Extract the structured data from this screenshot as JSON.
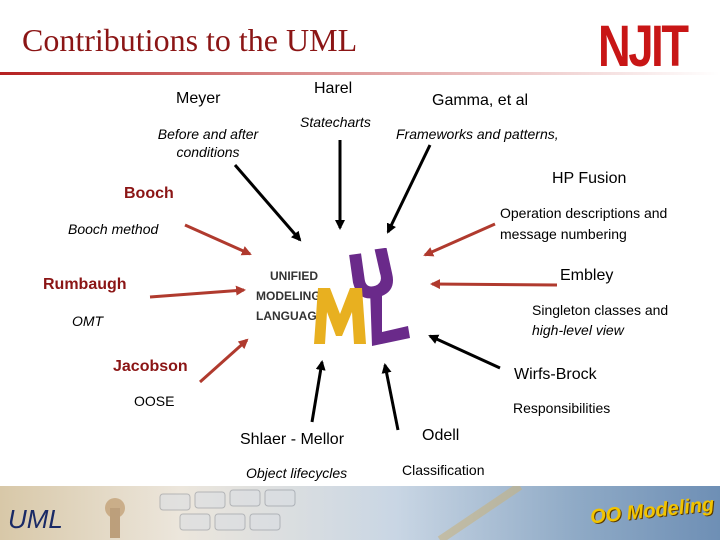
{
  "header": {
    "title": "Contributions to the UML",
    "logo_text": "NJIT"
  },
  "center_logo": {
    "line1": "UNIFIED",
    "line2": "MODELING",
    "line3": "LANGUAGE",
    "letters": "UML"
  },
  "contributors": {
    "meyer": {
      "name": "Meyer",
      "desc": "Before and after conditions"
    },
    "harel": {
      "name": "Harel",
      "desc": "Statecharts"
    },
    "gamma": {
      "name": "Gamma, et al",
      "desc": "Frameworks and patterns,"
    },
    "hp": {
      "name": "HP Fusion",
      "desc_line1": "Operation descriptions and",
      "desc_line2": "message numbering"
    },
    "booch": {
      "name": "Booch",
      "desc": "Booch method"
    },
    "rumbaugh": {
      "name": "Rumbaugh",
      "desc": "OMT"
    },
    "embley": {
      "name": "Embley",
      "desc_line1": "Singleton classes and",
      "desc_line2": "high-level view"
    },
    "jacobson": {
      "name": "Jacobson",
      "desc": "OOSE"
    },
    "wirfs": {
      "name": "Wirfs-Brock",
      "desc": "Responsibilities"
    },
    "shlaer": {
      "name": "Shlaer - Mellor",
      "desc": "Object lifecycles"
    },
    "odell": {
      "name": "Odell",
      "desc": "Classification"
    }
  },
  "footer": {
    "left_text": "UML",
    "right_text": "OO Modeling"
  },
  "colors": {
    "title": "#8b1515",
    "arrow_red": "#b03a2e",
    "arrow_black": "#000000",
    "uml_gold": "#e8b020",
    "uml_purple": "#6a2a8a"
  }
}
